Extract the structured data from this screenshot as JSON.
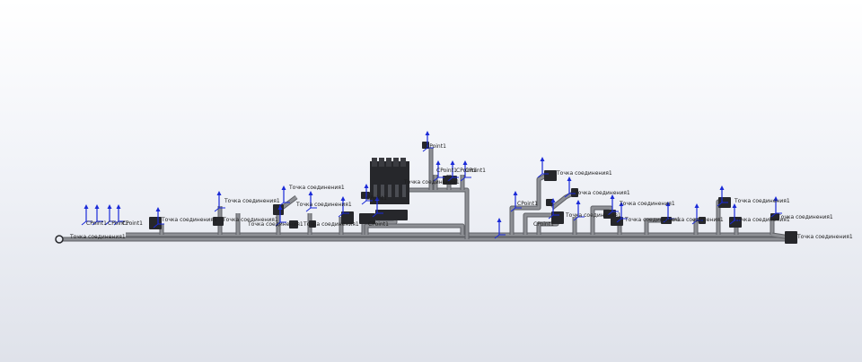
{
  "viewport": {
    "name": "harness-3d-view",
    "background_top": "#ffffff",
    "background_bottom": "#dfe2ea"
  },
  "colors": {
    "harness": "#8e9095",
    "harness_edge": "#5f6166",
    "connector": "#26272b",
    "axis": "#1a2ad8",
    "label": "#1c1c1c"
  },
  "labels": {
    "connection_point": "Точка соединения1",
    "point": "CPoint1",
    "point_short": "CPoint"
  }
}
